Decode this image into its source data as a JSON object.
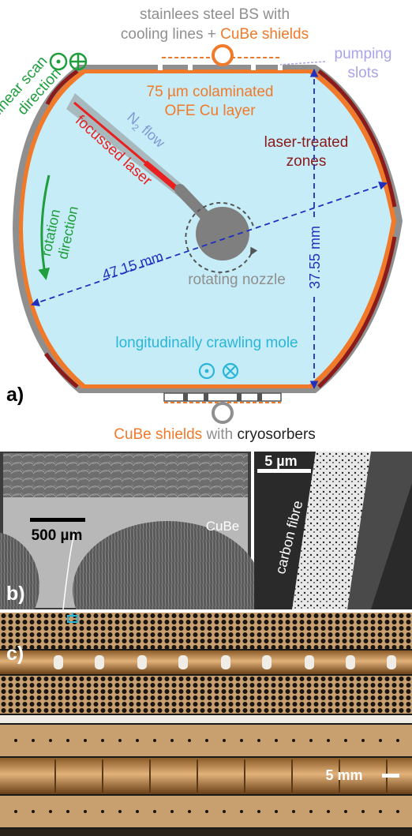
{
  "panel_a": {
    "label": "a)",
    "top_caption_line1": "stainlees steel BS with",
    "top_caption_line2a": "cooling lines + ",
    "top_caption_line2b": "CuBe shields",
    "pumping_slots_line1": "pumping",
    "pumping_slots_line2": "slots",
    "linear_scan_line1": "linear scan",
    "linear_scan_line2": "direction",
    "cu_layer_line1": "75 µm colaminated",
    "cu_layer_line2": "OFE Cu layer",
    "n2_flow_main": "N",
    "n2_flow_sub": "2",
    "n2_flow_rest": " flow",
    "focussed_laser": "focussed laser",
    "laser_zones_line1": "laser-treated",
    "laser_zones_line2": "zones",
    "rotation_line1": "rotation",
    "rotation_line2": "direction",
    "dim_horizontal": "47.15 mm",
    "dim_vertical": "37.55 mm",
    "rotating_nozzle": "rotating nozzle",
    "mole": "longitudinally crawling mole",
    "bottom_caption_a": "CuBe shields",
    "bottom_caption_b": " with ",
    "bottom_caption_c": "cryosorbers",
    "colors": {
      "chamber_fill": "#c6ecf7",
      "copper": "#f07a2a",
      "steel": "#8f8f8f",
      "laser_zone": "#8b1a1a",
      "green": "#1e9e3c",
      "blue_dim": "#1f2fbf",
      "cyan": "#29b6d8",
      "laser": "#e8201f",
      "n2": "#7b9bd6",
      "pumping": "#a9a3e8"
    }
  },
  "panel_b": {
    "label": "b)",
    "scale_left": "500 µm",
    "cube_label": "CuBe",
    "scale_right": "5 µm",
    "fibre_label": "carbon fibre"
  },
  "panel_c": {
    "label": "c)",
    "scale": "5 mm"
  }
}
